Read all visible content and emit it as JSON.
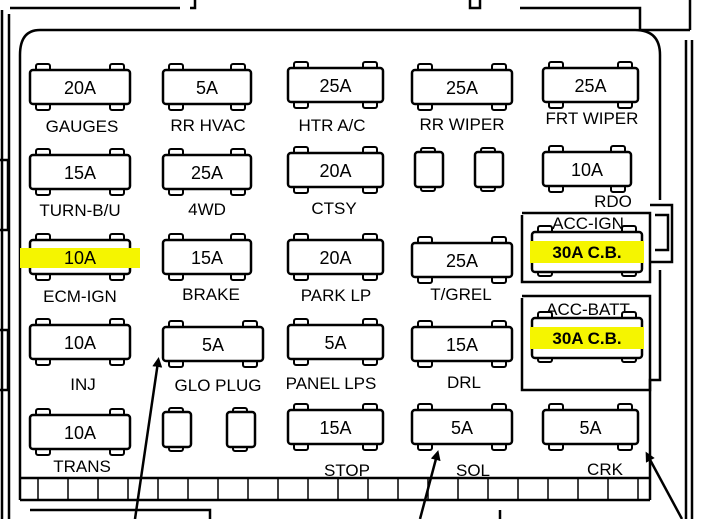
{
  "highlight_color": "#f5f500",
  "line_color": "#000000",
  "fuses": [
    {
      "id": "gauges",
      "rating": "20A",
      "label": "GAUGES"
    },
    {
      "id": "rr-hvac",
      "rating": "5A",
      "label": "RR HVAC"
    },
    {
      "id": "htr-ac",
      "rating": "25A",
      "label": "HTR A/C"
    },
    {
      "id": "rr-wiper",
      "rating": "25A",
      "label": "RR WIPER"
    },
    {
      "id": "frt-wiper",
      "rating": "25A",
      "label": "FRT WIPER"
    },
    {
      "id": "turn-bu",
      "rating": "15A",
      "label": "TURN-B/U"
    },
    {
      "id": "4wd",
      "rating": "25A",
      "label": "4WD"
    },
    {
      "id": "ctsy",
      "rating": "20A",
      "label": "CTSY"
    },
    {
      "id": "rdo",
      "rating": "10A",
      "label": "RDO"
    },
    {
      "id": "ecm-ign",
      "rating": "10A",
      "label": "ECM-IGN",
      "highlighted": true
    },
    {
      "id": "brake",
      "rating": "15A",
      "label": "BRAKE"
    },
    {
      "id": "park-lp",
      "rating": "20A",
      "label": "PARK LP"
    },
    {
      "id": "t-grel",
      "rating": "25A",
      "label": "T/GREL"
    },
    {
      "id": "inj",
      "rating": "10A",
      "label": "INJ"
    },
    {
      "id": "glo-plug",
      "rating": "5A",
      "label": "GLO PLUG"
    },
    {
      "id": "panel-lps",
      "rating": "5A",
      "label": "PANEL LPS"
    },
    {
      "id": "drl",
      "rating": "15A",
      "label": "DRL"
    },
    {
      "id": "trans",
      "rating": "10A",
      "label": "TRANS"
    },
    {
      "id": "stop",
      "rating": "15A",
      "label": "STOP"
    },
    {
      "id": "sol",
      "rating": "5A",
      "label": "SOL"
    },
    {
      "id": "crk",
      "rating": "5A",
      "label": "CRK"
    }
  ],
  "circuit_breakers": [
    {
      "id": "acc-ign",
      "rating": "30A C.B.",
      "label": "ACC-IGN",
      "highlighted": true
    },
    {
      "id": "acc-batt",
      "rating": "30A C.B.",
      "label": "ACC-BATT",
      "highlighted": true
    }
  ]
}
